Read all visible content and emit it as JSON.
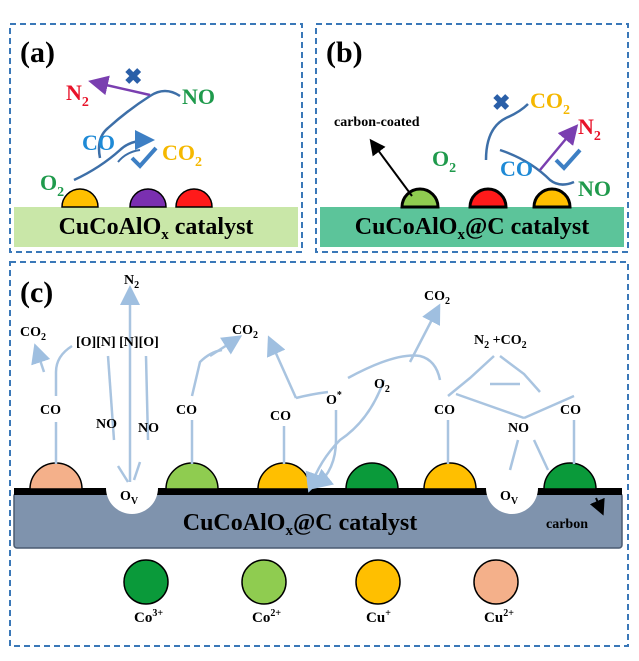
{
  "panel_a": {
    "label": "(a)",
    "n2": "N",
    "n2_sub": "2",
    "no": "NO",
    "co": "CO",
    "co2": "CO",
    "co2_sub": "2",
    "o2": "O",
    "o2_sub": "2",
    "base_pre": "CuCoAlO",
    "base_sub": "x",
    "base_post": " catalyst",
    "colors": {
      "red": "#ff1a1a",
      "green": "#22a85a",
      "blue": "#1e8ad6",
      "gold": "#f5b800",
      "base": "#c9e7a8"
    }
  },
  "panel_b": {
    "label": "(b)",
    "coated": "carbon-coated",
    "co2": "CO",
    "co2_sub": "2",
    "co": "CO",
    "o2": "O",
    "o2_sub": "2",
    "n2": "N",
    "n2_sub": "2",
    "no": "NO",
    "base_pre": "CuCoAlO",
    "base_sub": "x",
    "base_post": "@C catalyst",
    "colors": {
      "base": "#5cc49a"
    }
  },
  "panel_c": {
    "label": "(c)",
    "n2_top": "N",
    "n2_top_sub": "2",
    "co2_left": "CO",
    "co2_left_sub": "2",
    "on_pair": "[O][N] [N][O]",
    "co2_mid": "CO",
    "co2_mid_sub": "2",
    "co2_right": "CO",
    "co2_right_sub": "2",
    "n2co2": "N",
    "n2co2_sub": "2",
    "n2co2_post": " +CO",
    "n2co2_sub2": "2",
    "o2": "O",
    "o2_sub": "2",
    "ostar": "O",
    "ostar_sup": "*",
    "co": "CO",
    "no": "NO",
    "ov": "O",
    "ov_sub": "V",
    "base_pre": "CuCoAlO",
    "base_sub": "x",
    "base_post": "@C catalyst",
    "carbon": "carbon",
    "colors": {
      "base": "#7f93ad",
      "arrow": "#a9c4e0"
    }
  },
  "legend": [
    {
      "label": "Co",
      "sup": "3+",
      "color": "#0a9a3a"
    },
    {
      "label": "Co",
      "sup": "2+",
      "color": "#8fcc50"
    },
    {
      "label": "Cu",
      "sup": "+",
      "color": "#ffbf00"
    },
    {
      "label": "Cu",
      "sup": "2+",
      "color": "#f4b08a"
    }
  ]
}
